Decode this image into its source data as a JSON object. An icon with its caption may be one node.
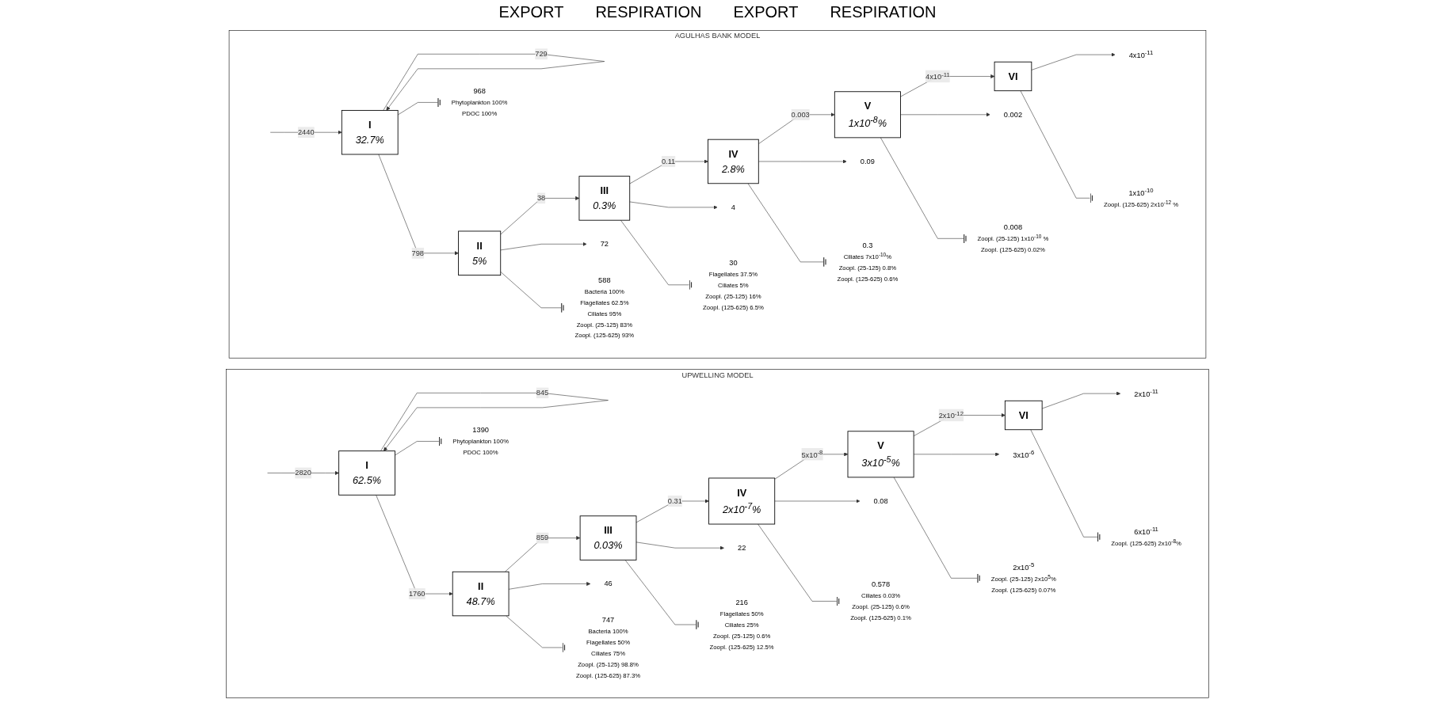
{
  "diagram": {
    "nodes": [
      {
        "text": [
          "UPWELLING MODEL"
        ]
      },
      {
        "text": [
          "I",
          "62.5%"
        ],
        "in": 0
      },
      {
        "text": [
          "II",
          "48.7%"
        ],
        "in": 0
      },
      {
        "text": [
          "III",
          "0.03%"
        ],
        "in": 0
      },
      {
        "text": [
          "IV",
          "2x10$^{-7}$%"
        ],
        "in": 0
      },
      {
        "text": [
          "V",
          "3x10$^{-5}$%"
        ],
        "in": 0
      },
      {
        "text": [
          "VI"
        ],
        "in": 0
      },
      {
        "text": [
          "46"
        ],
        "in": 0
      },
      {
        "text": [
          "22"
        ],
        "in": 0
      },
      {
        "text": [
          "0.08"
        ],
        "in": 0
      },
      {
        "text": [
          "3x10$^{-6}$"
        ],
        "in": 0
      },
      {
        "text": [
          "2x10$^{-11}$"
        ],
        "in": 0
      },
      {
        "text": [
          "1390"
        ],
        "in": 0,
        "beside": [
          "Phytoplankton 100%",
          "PDOC 100%"
        ]
      },
      {
        "text": [
          "747"
        ],
        "in": 0,
        "beside": [
          "Bacteria 100%",
          "Flagellates 50%",
          "Ciliates 75%",
          "Zoopl. (25-125) 98.8%",
          "Zoopl. (125-625) 87.3%"
        ]
      },
      {
        "text": [
          "216"
        ],
        "in": 0,
        "beside": [
          "Flagellates 50%",
          "Ciliates 25%",
          "Zoopl. (25-125) 0.6%",
          "Zoopl. (125-625) 12.5%"
        ]
      },
      {
        "text": [
          "0.578"
        ],
        "in": 0,
        "beside": [
          "Ciliates 0.03%",
          "Zoopl. (25-125) 0.6%",
          "Zoopl. (125-625) 0.1%"
        ]
      },
      {
        "text": [
          "2x10$^{-5}$"
        ],
        "in": 0,
        "beside": [
          "Zoopl. (25-125) 2x10$^{5}$%",
          "Zoopl. (125-625) 0.07%"
        ]
      },
      {
        "text": [
          "6x10$^{-11}$"
        ],
        "in": 0,
        "beside": [
          "Zoopl. (125-625) 2x10$^{-8}$%"
        ]
      },
      {
        "text": [
          "AGULHAS BANK MODEL"
        ]
      },
      {
        "text": [
          "I",
          "32.7%"
        ],
        "in": 18
      },
      {
        "text": [
          "II",
          "5%"
        ],
        "in": 18
      },
      {
        "text": [
          "III",
          "0.3%"
        ],
        "in": 18
      },
      {
        "text": [
          "IV",
          "2.8%"
        ],
        "in": 18
      },
      {
        "text": [
          "V",
          "1x10$^{-8}$%"
        ],
        "in": 18
      },
      {
        "text": [
          "VI"
        ],
        "in": 18
      },
      {
        "text": [
          "72"
        ],
        "in": 18
      },
      {
        "text": [
          "4"
        ],
        "in": 18
      },
      {
        "text": [
          "0.09"
        ],
        "in": 18
      },
      {
        "text": [
          "0.002"
        ],
        "in": 18
      },
      {
        "text": [
          "4x10$^{-11}$"
        ],
        "in": 18
      },
      {
        "text": [
          "968"
        ],
        "in": 18,
        "beside": [
          "Phytoplankton 100%",
          "PDOC 100%"
        ]
      },
      {
        "text": [
          "588"
        ],
        "in": 18,
        "beside": [
          "Bacteria 100%",
          "Flagellates 62.5%",
          "Ciliates 95%",
          "Zoopl. (25-125) 83%",
          "Zoopl. (125-625) 93%"
        ]
      },
      {
        "text": [
          "30"
        ],
        "in": 18,
        "beside": [
          "Flagellates 37.5%",
          "Ciliates 5%",
          "Zoopl. (25-125) 16%",
          "Zoopl. (125-625) 6.5%"
        ]
      },
      {
        "text": [
          "0.3"
        ],
        "in": 18,
        "beside": [
          "Ciliates 7x10$^{-10}$%",
          "Zoopl. (25-125) 0.8%",
          "Zoopl. (125-625) 0.6%"
        ]
      },
      {
        "text": [
          "0.008"
        ],
        "in": 18,
        "beside": [
          "Zoopl. (25-125) 1x10$^{-10}$ %",
          "Zoopl. (125-625) 0.02%"
        ]
      },
      {
        "text": [
          "1x10$^{-10}$"
        ],
        "in": 18,
        "beside": [
          "Zoopl. (125-625) 2x10$^{-12}$ %"
        ]
      }
    ],
    "edges": [
      {
        "from": 1,
        "to": 1,
        "arrow": "to",
        "label": "845"
      },
      {
        "from": null,
        "to": 1,
        "arrow": "to",
        "label": "2820"
      },
      {
        "from": 1,
        "to": 2,
        "arrow": "to",
        "label": "1760"
      },
      {
        "from": 2,
        "to": 3,
        "arrow": "to",
        "label": "859"
      },
      {
        "from": 3,
        "to": 4,
        "arrow": "to",
        "label": "0.31"
      },
      {
        "from": 4,
        "to": 5,
        "arrow": "to",
        "label": "5x10$^{-8}$"
      },
      {
        "from": 5,
        "to": 6,
        "arrow": "to",
        "label": "2x10$^{-12}$"
      },
      {
        "from": 2,
        "to": 7,
        "arrow": "to"
      },
      {
        "from": 3,
        "to": 8,
        "arrow": "to"
      },
      {
        "from": 4,
        "to": 9,
        "arrow": "to"
      },
      {
        "from": 5,
        "to": 10,
        "arrow": "to"
      },
      {
        "from": 6,
        "to": 11,
        "arrow": "to"
      },
      {
        "from": 1,
        "to": 12,
        "arrow": "other"
      },
      {
        "from": 2,
        "to": 13,
        "arrow": "other"
      },
      {
        "from": 3,
        "to": 14,
        "arrow": "other"
      },
      {
        "from": 4,
        "to": 15,
        "arrow": "other"
      },
      {
        "from": 5,
        "to": 16,
        "arrow": "other"
      },
      {
        "from": 6,
        "to": 17,
        "arrow": "other"
      },
      {
        "from": 19,
        "to": 19,
        "arrow": "to",
        "label": "729"
      },
      {
        "from": null,
        "to": 19,
        "arrow": "to",
        "label": "2440"
      },
      {
        "from": 19,
        "to": 20,
        "arrow": "to",
        "label": "798"
      },
      {
        "from": 20,
        "to": 21,
        "arrow": "to",
        "label": "38"
      },
      {
        "from": 21,
        "to": 22,
        "arrow": "to",
        "label": "0.11"
      },
      {
        "from": 22,
        "to": 23,
        "arrow": "to",
        "label": "0.003"
      },
      {
        "from": 23,
        "to": 24,
        "arrow": "to",
        "label": "4x10$^{-11}$"
      },
      {
        "from": 20,
        "to": 25,
        "arrow": "to"
      },
      {
        "from": 21,
        "to": 26,
        "arrow": "to"
      },
      {
        "from": 22,
        "to": 27,
        "arrow": "to"
      },
      {
        "from": 23,
        "to": 28,
        "arrow": "to"
      },
      {
        "from": 24,
        "to": 29,
        "arrow": "to"
      },
      {
        "from": 19,
        "to": 30,
        "arrow": "other"
      },
      {
        "from": 20,
        "to": 31,
        "arrow": "other"
      },
      {
        "from": 21,
        "to": 32,
        "arrow": "other"
      },
      {
        "from": 22,
        "to": 33,
        "arrow": "other"
      },
      {
        "from": 23,
        "to": 34,
        "arrow": "other"
      },
      {
        "from": 24,
        "to": 35,
        "arrow": "other"
      }
    ],
    "labels": [
      "EXPORT",
      "RESPIRATION",
      "EXPORT",
      "RESPIRATION"
    ]
  }
}
